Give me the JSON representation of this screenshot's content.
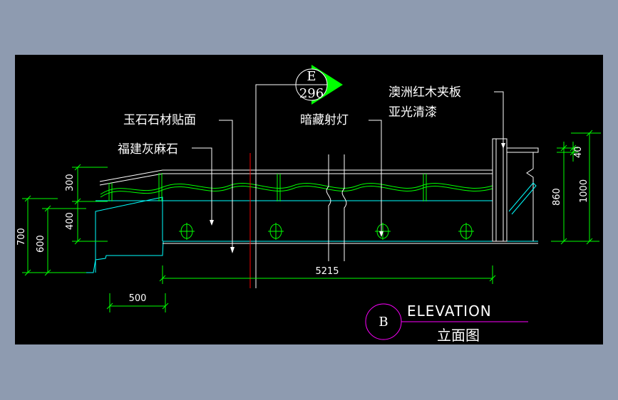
{
  "labels": {
    "jade_stone": "玉石石材贴面",
    "fujian_stone": "福建灰麻石",
    "hidden_light": "暗藏射灯",
    "plywood_line1": "澳洲红木夹板",
    "plywood_line2": "亚光清漆"
  },
  "dimensions": {
    "d300": "300",
    "d400": "400",
    "d600": "600",
    "d700": "700",
    "d500": "500",
    "d5215": "5215",
    "d40": "40",
    "d860": "860",
    "d1000": "1000"
  },
  "section_tag": {
    "letter": "E",
    "number": "296"
  },
  "title": {
    "marker": "B",
    "english": "ELEVATION",
    "chinese": "立面图"
  },
  "colors": {
    "background": "#8e9bb0",
    "canvas": "#000000",
    "green": "#00ff00",
    "white": "#ffffff",
    "magenta": "#ff00ff",
    "red": "#ff0000",
    "cyan": "#00ffff"
  }
}
